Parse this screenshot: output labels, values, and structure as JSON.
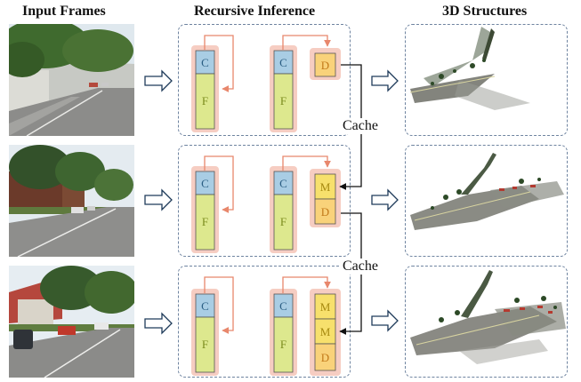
{
  "headers": {
    "input_frames": "Input Frames",
    "recursive_inference": "Recursive Inference",
    "structures_3d": "3D Structures"
  },
  "cache_labels": [
    "Cache",
    "Cache"
  ],
  "cells": {
    "c": "C",
    "f": "F",
    "d": "D",
    "m": "M"
  },
  "colors": {
    "c_cell": "#a9cde4",
    "f_cell": "#dde88e",
    "d_cell": "#f9d27a",
    "m_cell": "#f7e06c",
    "cell_shadow": "#f6cdc2",
    "feedback_arrow": "#e8876c",
    "panel_border": "#6f84a0",
    "sky": "#eef2f5",
    "trees": "#3b5e2a",
    "road": "#8a8a88"
  }
}
